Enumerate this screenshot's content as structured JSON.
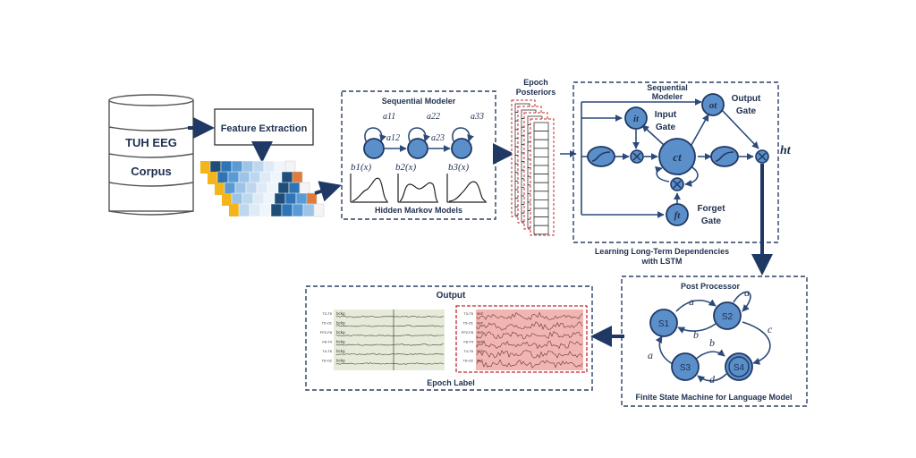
{
  "corpus": {
    "line1": "TUH EEG",
    "line2": "Corpus"
  },
  "feature_extraction": {
    "label": "Feature Extraction"
  },
  "hmm": {
    "title": "Sequential Modeler",
    "caption": "Hidden Markov Models",
    "self_loops": [
      "a11",
      "a22",
      "a33"
    ],
    "transitions": [
      "a12",
      "a23"
    ],
    "emissions": [
      "b1(x)",
      "b2(x)",
      "b3(x)"
    ]
  },
  "epoch_posteriors": {
    "line1": "Epoch",
    "line2": "Posteriors"
  },
  "lstm": {
    "title_line1": "Sequential",
    "title_line2": "Modeler",
    "input_gate": {
      "symbol": "it",
      "label_line1": "Input",
      "label_line2": "Gate"
    },
    "output_gate": {
      "symbol": "ot",
      "label_line1": "Output",
      "label_line2": "Gate"
    },
    "forget_gate": {
      "symbol": "ft",
      "label_line1": "Forget",
      "label_line2": "Gate"
    },
    "cell": "ct",
    "hidden": "ht",
    "caption_line1": "Learning Long-Term Dependencies",
    "caption_line2": "with LSTM"
  },
  "post_processor": {
    "title": "Post Processor",
    "caption": "Finite State Machine for Language Model",
    "states": [
      "S1",
      "S2",
      "S3",
      "S4"
    ],
    "edge_labels": [
      "a",
      "a",
      "b",
      "c",
      "b",
      "d",
      "a"
    ]
  },
  "output": {
    "title": "Output",
    "caption": "Epoch Label",
    "channels": [
      "T3-T5",
      "T5-O1",
      "FP2-F8",
      "F8-T4",
      "T4-T6",
      "T6-O2"
    ],
    "left_tag": "bckg",
    "right_tag": "sez"
  },
  "colors": {
    "navy": "#1f3864",
    "node_blue": "#5b8fc9",
    "eeg_green": "#e6ead8",
    "seizure_red": "#f3b5b2",
    "feature_orange": "#e07b39",
    "feature_yellow": "#f2b51b"
  }
}
